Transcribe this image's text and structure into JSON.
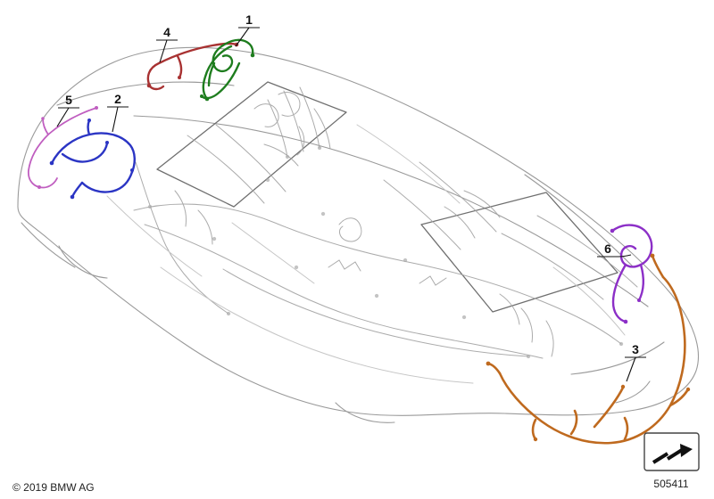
{
  "diagram": {
    "copyright": "© 2019 BMW AG",
    "part_number": "505411",
    "callouts": {
      "c1": {
        "label": "1"
      },
      "c2": {
        "label": "2"
      },
      "c3": {
        "label": "3"
      },
      "c4": {
        "label": "4"
      },
      "c5": {
        "label": "5"
      },
      "c6": {
        "label": "6"
      }
    },
    "colors": {
      "red": "#a83232",
      "green": "#1e7d1e",
      "blue": "#2b35c4",
      "magenta": "#c05ec0",
      "purple": "#8c2fc7",
      "orange": "#bf6a1f",
      "ghost": "#a3a3a3",
      "ghost_light": "#c6c6c6",
      "body_outline": "#9a9a9a",
      "panel_outline": "#6f6f6f"
    }
  }
}
